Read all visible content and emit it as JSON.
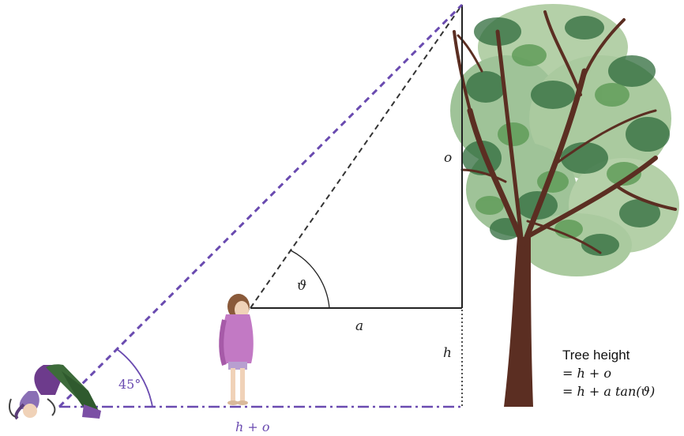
{
  "diagram": {
    "labels": {
      "o": "o",
      "theta": "ϑ",
      "a": "a",
      "h": "h",
      "angle_45": "45°",
      "base": "h + o"
    },
    "formula": {
      "title": "Tree height",
      "line1": "= h + o",
      "line2": "= h + a tan(ϑ)"
    },
    "colors": {
      "purple": "#6a4bb0",
      "black": "#222222",
      "trunk": "#5b2e22",
      "leaf_dark": "#2f6b3c",
      "leaf_mid": "#5c9a55",
      "leaf_light": "#a8c89a",
      "girl_jacket": "#c279c4",
      "girl_hair": "#8a5a3a"
    },
    "icons": [
      "tree-illustration",
      "girl-figure",
      "person-bending-figure"
    ]
  }
}
